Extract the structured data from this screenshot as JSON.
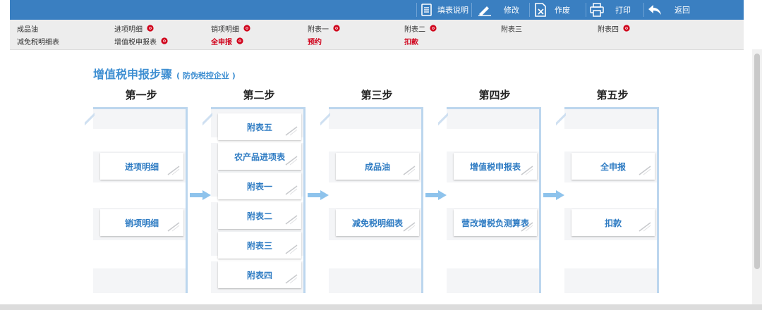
{
  "toolbar": {
    "fill_help": "填表说明",
    "modify": "修改",
    "void": "作废",
    "print": "打印",
    "back": "返回"
  },
  "nav": {
    "row1": [
      {
        "label": "成品油",
        "dot": false,
        "red": false
      },
      {
        "label": "进项明细",
        "dot": true,
        "red": false
      },
      {
        "label": "销项明细",
        "dot": true,
        "red": false
      },
      {
        "label": "附表一",
        "dot": true,
        "red": false
      },
      {
        "label": "附表二",
        "dot": true,
        "red": false
      },
      {
        "label": "附表三",
        "dot": false,
        "red": false
      },
      {
        "label": "附表四",
        "dot": true,
        "red": false
      }
    ],
    "row2": [
      {
        "label": "减免税明细表",
        "dot": false,
        "red": false
      },
      {
        "label": "增值税申报表",
        "dot": true,
        "red": false
      },
      {
        "label": "全申报",
        "dot": true,
        "red": true
      },
      {
        "label": "预约",
        "dot": false,
        "red": true
      },
      {
        "label": "扣款",
        "dot": false,
        "red": true
      }
    ]
  },
  "page": {
    "title": "增值税申报步骤",
    "subtitle": "( 防伪税控企业 )"
  },
  "steps": [
    {
      "header": "第一步",
      "cards": [
        "进项明细",
        "销项明细"
      ]
    },
    {
      "header": "第二步",
      "cards": [
        "附表五",
        "农产品进项表",
        "附表一",
        "附表二",
        "附表三",
        "附表四"
      ]
    },
    {
      "header": "第三步",
      "cards": [
        "成品油",
        "减免税明细表"
      ]
    },
    {
      "header": "第四步",
      "cards": [
        "增值税申报表",
        "营改增税负测算表"
      ]
    },
    {
      "header": "第五步",
      "cards": [
        "全申报",
        "扣款"
      ]
    }
  ],
  "colors": {
    "toolbar": "#3a7fc1",
    "accent": "#3f8fd2",
    "alert": "#d0021b",
    "arrow": "#8ec3ec"
  }
}
